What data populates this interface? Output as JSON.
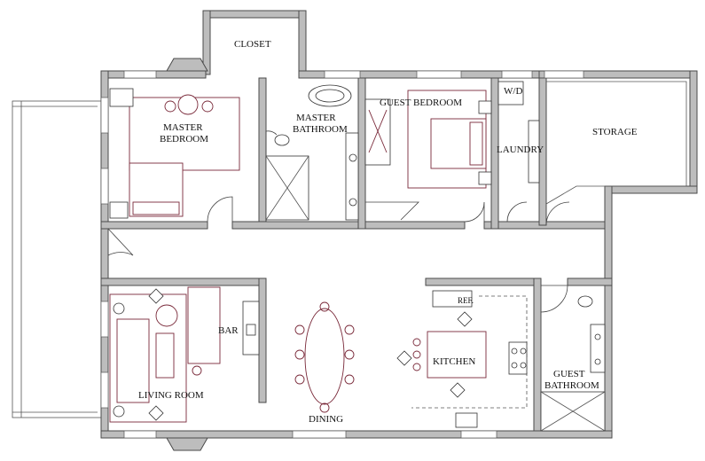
{
  "rooms": {
    "closet": "CLOSET",
    "master_bedroom_1": "MASTER",
    "master_bedroom_2": "BEDROOM",
    "master_bathroom_1": "MASTER",
    "master_bathroom_2": "BATHROOM",
    "guest_bedroom": "GUEST BEDROOM",
    "wd": "W/D",
    "laundry": "LAUNDRY",
    "storage": "STORAGE",
    "bar": "BAR",
    "living_room": "LIVING ROOM",
    "dining": "DINING",
    "kitchen": "KITCHEN",
    "ref": "REF.",
    "guest_bathroom_1": "GUEST",
    "guest_bathroom_2": "BATHROOM"
  },
  "colors": {
    "wall_fill": "#bdbdbd",
    "furniture_stroke": "#7a2a3a"
  }
}
